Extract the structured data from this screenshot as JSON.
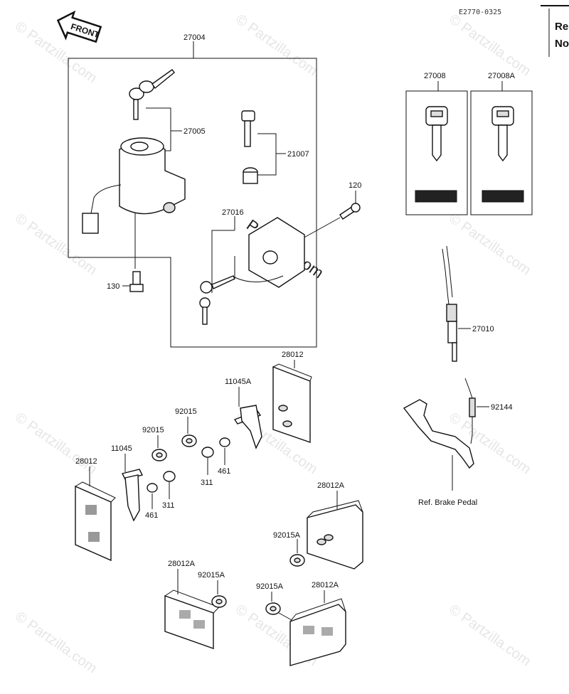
{
  "header": {
    "diagram_code": "E2770-0325",
    "corner_line1": "Re",
    "corner_line2": "No"
  },
  "front_arrow": {
    "label": "FRONT"
  },
  "watermark": {
    "text": "© Partzilla.com",
    "center_text": "Partzilla.com"
  },
  "labels": {
    "p27004": "27004",
    "p27005": "27005",
    "p21007": "21007",
    "p27016": "27016",
    "p120": "120",
    "p130": "130",
    "p27008": "27008",
    "p27008A": "27008A",
    "p27010": "27010",
    "p92144": "92144",
    "brake_ref": "Ref. Brake Pedal",
    "p28012_top": "28012",
    "p11045A": "11045A",
    "p92015_a": "92015",
    "p92015_b": "92015",
    "p11045": "11045",
    "p28012_left": "28012",
    "p461_a": "461",
    "p311_a": "311",
    "p461_b": "461",
    "p311_b": "311",
    "p28012A_r": "28012A",
    "p92015A_r": "92015A",
    "p28012A_bl": "28012A",
    "p92015A_bl": "92015A",
    "p92015A_bc": "92015A",
    "p28012A_br": "28012A"
  }
}
